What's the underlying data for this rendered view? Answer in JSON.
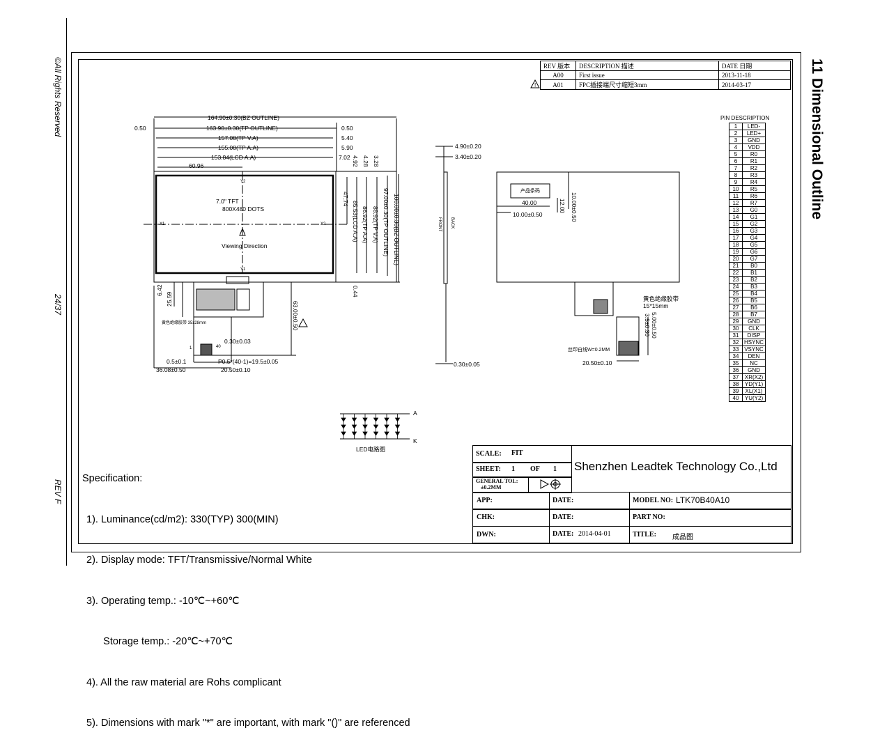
{
  "side_labels": {
    "rights": "©All Rights Reserved",
    "page": "24/37",
    "rev": "REV F"
  },
  "section_title": "11 Dimensional Outline",
  "revision_table": {
    "headers": {
      "rev": "REV 版本",
      "description": "DESCRIPTION 描述",
      "date": "DATE 日期"
    },
    "rows": [
      {
        "rev": "A00",
        "description": "First issue",
        "date": "2013-11-18"
      },
      {
        "rev": "A01",
        "description": "FPC插接端尺寸缩短3mm",
        "date": "2014-03-17"
      }
    ]
  },
  "pin_description": {
    "title": "PIN DESCRIPTION",
    "pins": [
      {
        "no": "1",
        "signal": "LED-"
      },
      {
        "no": "2",
        "signal": "LED+"
      },
      {
        "no": "3",
        "signal": "GND"
      },
      {
        "no": "4",
        "signal": "VDD"
      },
      {
        "no": "5",
        "signal": "R0"
      },
      {
        "no": "6",
        "signal": "R1"
      },
      {
        "no": "7",
        "signal": "R2"
      },
      {
        "no": "8",
        "signal": "R3"
      },
      {
        "no": "9",
        "signal": "R4"
      },
      {
        "no": "10",
        "signal": "R5"
      },
      {
        "no": "11",
        "signal": "R6"
      },
      {
        "no": "12",
        "signal": "R7"
      },
      {
        "no": "13",
        "signal": "G0"
      },
      {
        "no": "14",
        "signal": "G1"
      },
      {
        "no": "15",
        "signal": "G2"
      },
      {
        "no": "16",
        "signal": "G3"
      },
      {
        "no": "17",
        "signal": "G4"
      },
      {
        "no": "18",
        "signal": "G5"
      },
      {
        "no": "19",
        "signal": "G6"
      },
      {
        "no": "20",
        "signal": "G7"
      },
      {
        "no": "21",
        "signal": "B0"
      },
      {
        "no": "22",
        "signal": "B1"
      },
      {
        "no": "23",
        "signal": "B2"
      },
      {
        "no": "24",
        "signal": "B3"
      },
      {
        "no": "25",
        "signal": "B4"
      },
      {
        "no": "26",
        "signal": "B5"
      },
      {
        "no": "27",
        "signal": "B6"
      },
      {
        "no": "28",
        "signal": "B7"
      },
      {
        "no": "29",
        "signal": "GND"
      },
      {
        "no": "30",
        "signal": "CLK"
      },
      {
        "no": "31",
        "signal": "DISP"
      },
      {
        "no": "32",
        "signal": "HSYNC"
      },
      {
        "no": "33",
        "signal": "VSYNC"
      },
      {
        "no": "34",
        "signal": "DEN"
      },
      {
        "no": "35",
        "signal": "NC"
      },
      {
        "no": "36",
        "signal": "GND"
      },
      {
        "no": "37",
        "signal": "XR(X2)"
      },
      {
        "no": "38",
        "signal": "YD(Y1)"
      },
      {
        "no": "39",
        "signal": "XL(X1)"
      },
      {
        "no": "40",
        "signal": "YU(Y2)"
      }
    ]
  },
  "front_view": {
    "dims_h": [
      "164.90±0.30(BZ OUTLINE)",
      "163.90±0.30(TP OUTLINE)",
      "157.08(TP V.A)",
      "155.08(TP A.A)",
      "153.84(LCD A.A)",
      "60.96"
    ],
    "dims_h_right": [
      "0.50",
      "5.40",
      "5.90",
      "7.02"
    ],
    "dim_left": "0.50",
    "dims_v": [
      "100.00±0.30(BZ OUTLINE)",
      "97.00±0.30(TP OUTLINE)",
      "88.92(TP V.A)",
      "86.92(TP A.A)",
      "85.53(LCD A.A)",
      "47.74"
    ],
    "dims_v_top": [
      "3.28",
      "4.28",
      "4.92"
    ],
    "dim_v_bottom": "0.44",
    "panel_label": "7.0\" TFT",
    "panel_dots": "800X480 DOTS",
    "viewing_direction": "Viewing Direction",
    "axis_x1": "X1",
    "axis_x2": "X2",
    "axis_y1": "Y1",
    "axis_y2": "Y2",
    "fpc_dims": [
      "6.42",
      "25.59",
      "63.00±0.50",
      "0.30±0.03",
      "0.5±0.1",
      "P0.5*(40-1)=19.5±0.05",
      "36.08±0.50",
      "20.50±0.10"
    ],
    "fpc_pin_first": "1",
    "fpc_pin_last": "40",
    "fpc_note": "黄色绝缘胶带 35x28mm"
  },
  "side_view": {
    "dims": [
      "4.90±0.20",
      "3.40±0.20",
      "0.30±0.05"
    ],
    "front": "FRONT",
    "back": "BACK"
  },
  "back_view": {
    "label_box": "产品条码",
    "dims": [
      "40.00",
      "12.00",
      "10.00±0.50",
      "10.00±0.50",
      "5.00±0.50",
      "3.5±0.30",
      "20.50±0.10"
    ],
    "tape_note": "黄色绝缘胶带",
    "tape_size": "15*15mm",
    "silk_note": "丝印白线W=0.2MM"
  },
  "led_circuit": {
    "label": "LED电路图",
    "anode": "A",
    "cathode": "K"
  },
  "specification": {
    "title": "Specification:",
    "items": [
      "1). Luminance(cd/m2): 330(TYP) 300(MIN)",
      "2). Display mode: TFT/Transmissive/Normal White",
      "3). Operating temp.: -10℃~+60℃",
      "      Storage temp.: -20℃~+70℃",
      "4). All the raw material are Rohs complicant",
      "5). Dimensions with mark \"*\" are important, with mark \"()\" are referenced"
    ]
  },
  "title_block": {
    "scale_label": "SCALE:",
    "scale_value": "FIT",
    "sheet_label": "SHEET:",
    "sheet_value": "1",
    "sheet_of": "OF",
    "sheet_total": "1",
    "tol_label": "GENERAL TOL:",
    "tol_value": "±0.2MM",
    "company": "Shenzhen Leadtek Technology Co.,Ltd",
    "app": "APP:",
    "chk": "CHK:",
    "dwn": "DWN:",
    "date_label": "DATE:",
    "date_value": "2014-04-01",
    "model_label": "MODEL NO:",
    "model_value": "LTK70B40A10",
    "part_label": "PART NO:",
    "title_label": "TITLE:",
    "title_value": "成品图"
  }
}
